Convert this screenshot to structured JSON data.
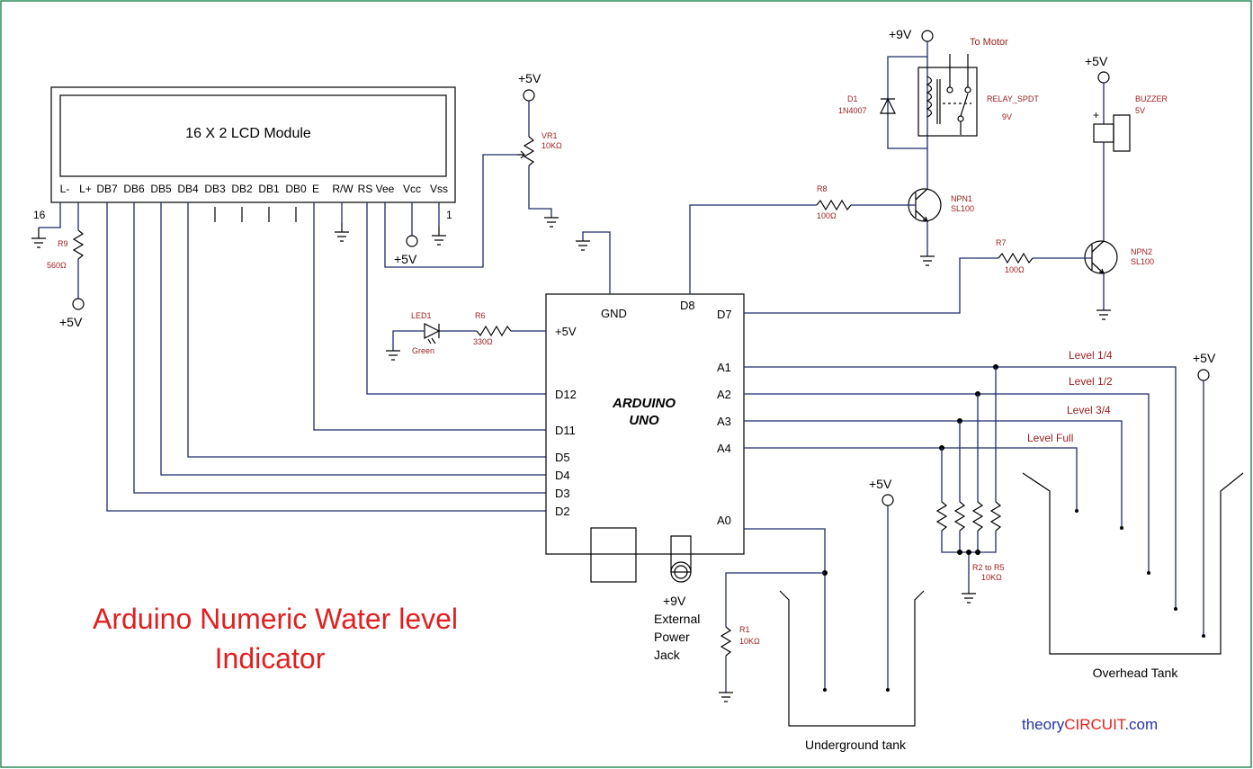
{
  "title_line1": "Arduino Numeric Water level",
  "title_line2": "Indicator",
  "watermark": {
    "part1": "theory",
    "part2": "CIRCUIT",
    "part3": ".com"
  },
  "colors": {
    "wire": "#1f2a6b",
    "component": "#000000",
    "ref": "#9b1c1c",
    "title": "#e02020",
    "brand_blue": "#2233aa",
    "brand_red": "#e02020",
    "border": "#2e8b57"
  },
  "lcd": {
    "title": "16 X 2 LCD Module",
    "pins": [
      "L-",
      "L+",
      "DB7",
      "DB6",
      "DB5",
      "DB4",
      "DB3",
      "DB2",
      "DB1",
      "DB0",
      "E",
      "R/W",
      "RS",
      "Vee",
      "Vcc",
      "Vss"
    ],
    "pin16": "16",
    "pin1": "1"
  },
  "arduino": {
    "name1": "ARDUINO",
    "name2": "UNO",
    "pins": {
      "gnd": "GND",
      "d8": "D8",
      "d7": "D7",
      "v5": "+5V",
      "d12": "D12",
      "d11": "D11",
      "d5": "D5",
      "d4": "D4",
      "d3": "D3",
      "d2": "D2",
      "a1": "A1",
      "a2": "A2",
      "a3": "A3",
      "a4": "A4",
      "a0": "A0"
    }
  },
  "power": {
    "v5": "+5V",
    "v9": "+9V"
  },
  "components": {
    "r9": {
      "ref": "R9",
      "value": "560Ω"
    },
    "vr1": {
      "ref": "VR1",
      "value": "10KΩ"
    },
    "led1": {
      "ref": "LED1",
      "value": "Green"
    },
    "r6": {
      "ref": "R6",
      "value": "330Ω"
    },
    "r8": {
      "ref": "R8",
      "value": "100Ω"
    },
    "npn1": {
      "ref": "NPN1",
      "value": "SL100"
    },
    "d1": {
      "ref": "D1",
      "value": "1N4007"
    },
    "relay": {
      "ref": "RELAY_SPDT",
      "value": "9V"
    },
    "r7": {
      "ref": "R7",
      "value": "100Ω"
    },
    "npn2": {
      "ref": "NPN2",
      "value": "SL100"
    },
    "buzzer": {
      "ref": "BUZZER",
      "value": "5V",
      "plus": "+"
    },
    "r1": {
      "ref": "R1",
      "value": "10KΩ"
    },
    "r2r5": {
      "ref": "R2 to R5",
      "value": "10KΩ"
    }
  },
  "labels": {
    "to_motor": "To Motor",
    "ext_power": [
      "+9V",
      "External",
      "Power",
      "Jack"
    ],
    "levels": [
      "Level 1/4",
      "Level 1/2",
      "Level 3/4",
      "Level Full"
    ],
    "overhead_tank": "Overhead Tank",
    "underground_tank": "Underground tank"
  }
}
